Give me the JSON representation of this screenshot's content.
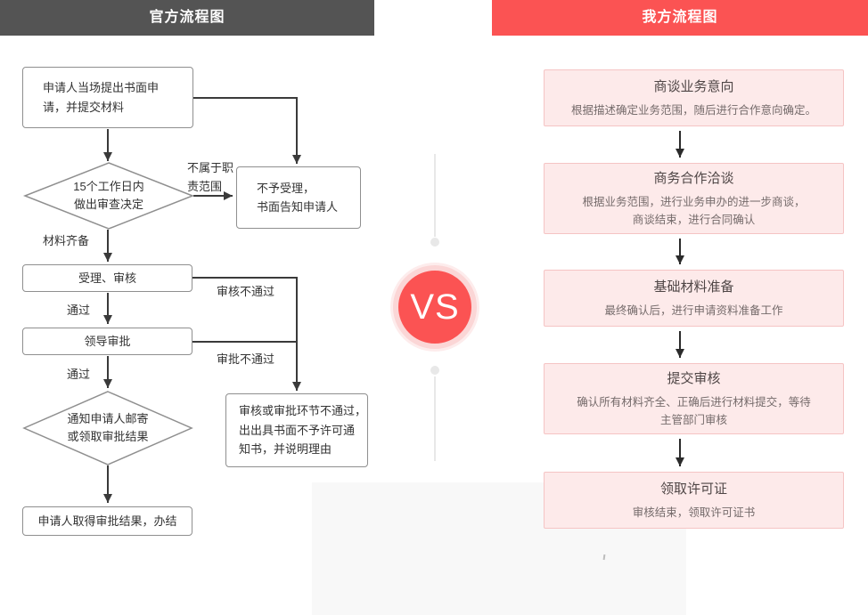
{
  "headers": {
    "left": "官方流程图",
    "right": "我方流程图"
  },
  "vs_label": "VS",
  "colors": {
    "header_dark": "#545454",
    "brand_red": "#fb5353",
    "vs_ring": "#fbd6d6",
    "pink_box_bg": "#fdeaea",
    "pink_box_border": "#f5c4c4",
    "flow_line": "#3a3a3a",
    "connector_gray": "#e8e8e8",
    "bottom_panel": "#f8f8f8"
  },
  "official_flow": {
    "apply_box": "申请人当场提出书面申\n请，并提交材料",
    "review_decision_diamond": "15个工作日内\n做出审查决定",
    "not_in_scope_label": "不属于职\n责范围",
    "reject_box": "不予受理，\n书面告知申请人",
    "materials_ready_label": "材料齐备",
    "accept_review_box": "受理、审核",
    "pass_label_1": "通过",
    "review_fail_label": "审核不通过",
    "leader_approval_box": "领导审批",
    "pass_label_2": "通过",
    "approval_fail_label": "审批不通过",
    "notify_diamond": "通知申请人邮寄\n或领取审批结果",
    "fail_notice_box": "审核或审批环节不通过，\n出出具书面不予许可通\n知书，并说明理由",
    "result_box": "申请人取得审批结果，办结"
  },
  "our_flow": {
    "steps": [
      {
        "title": "商谈业务意向",
        "desc": "根据描述确定业务范围，随后进行合作意向确定。"
      },
      {
        "title": "商务合作洽谈",
        "desc": "根据业务范围，进行业务申办的进一步商谈，\n商谈结束，进行合同确认"
      },
      {
        "title": "基础材料准备",
        "desc": "最终确认后，进行申请资料准备工作"
      },
      {
        "title": "提交审核",
        "desc": "确认所有材料齐全、正确后进行材料提交，等待\n主管部门审核"
      },
      {
        "title": "领取许可证",
        "desc": "审核结束，领取许可证书"
      }
    ]
  }
}
